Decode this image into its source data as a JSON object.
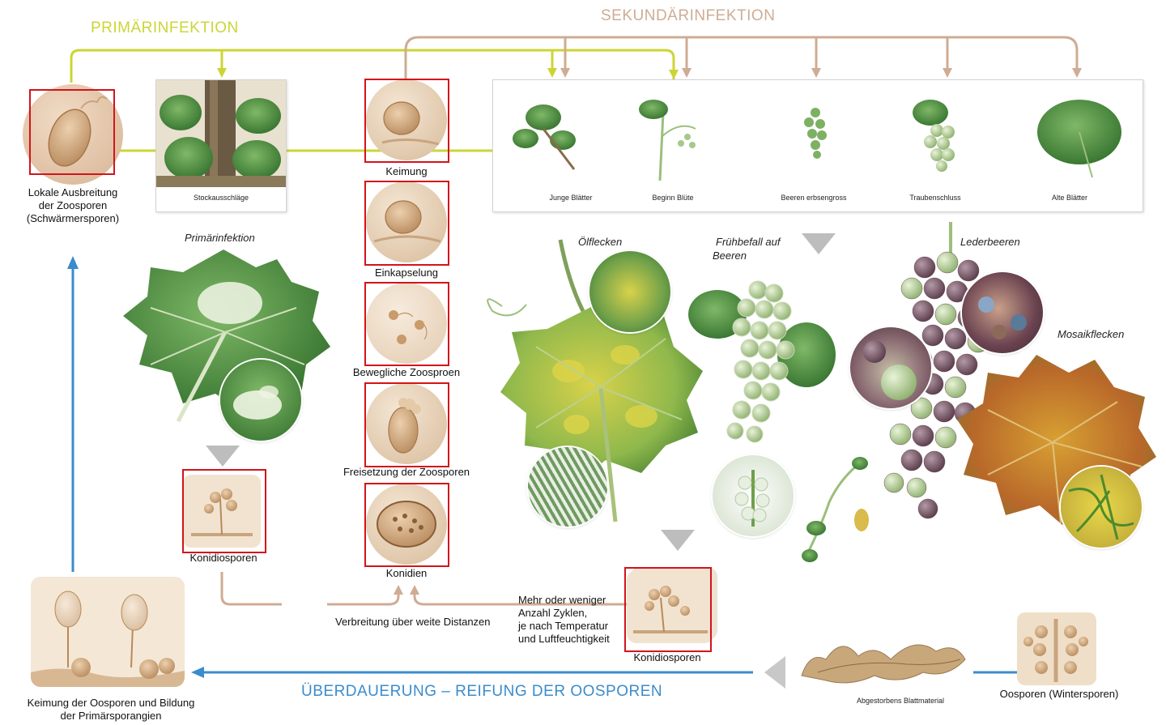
{
  "colors": {
    "primary": "#ccd535",
    "secondary": "#cfac93",
    "overwinter": "#3a8ccc",
    "highlight": "#d3141a"
  },
  "titles": {
    "primary": "PRIMÄRINFEKTION",
    "secondary": "SEKUNDÄRINFEKTION",
    "overwinter": "ÜBERDAUERUNG – REIFUNG DER OOSPOREN"
  },
  "zoospores_spread": {
    "line1": "Lokale Ausbreitung",
    "line2": "der Zoosporen",
    "line3": "(Schwärmersporen)"
  },
  "stockausschlaege": "Stockausschläge",
  "stages": [
    {
      "label": "Keimung",
      "icon": "germination-icon"
    },
    {
      "label": "Einkapselung",
      "icon": "encapsulation-icon"
    },
    {
      "label": "Bewegliche Zoosproen",
      "icon": "zoospores-icon"
    },
    {
      "label": "Freisetzung der Zoosporen",
      "icon": "release-icon"
    },
    {
      "label": "Konidien",
      "icon": "conidia-icon"
    }
  ],
  "growth_panel": [
    "Junge Blätter",
    "Beginn Blüte",
    "Beeren erbsengross",
    "Traubenschluss",
    "Alte Blätter"
  ],
  "symptoms": {
    "primaerinfektion": "Primärinfektion",
    "oelflecken": "Ölflecken",
    "fruehbefall_1": "Frühbefall auf",
    "fruehbefall_2": "Beeren",
    "lederbeeren": "Lederbeeren",
    "mosaikflecken": "Mosaikflecken"
  },
  "konidiosporen_left": "Konidiosporen",
  "konidiosporen_right": "Konidiosporen",
  "verbreitung": "Verbreitung über weite Distanzen",
  "cycles": {
    "line1": "Mehr oder weniger",
    "line2": "Anzahl Zyklen,",
    "line3": "je nach Temperatur",
    "line4": "und Luftfeuchtigkeit"
  },
  "abgestorben": "Abgestorbens Blattmaterial",
  "oosporen": "Oosporen (Wintersporen)",
  "keimung_oosporen": {
    "line1": "Keimung der Oosporen und Bildung",
    "line2": "der Primärsporangien"
  }
}
